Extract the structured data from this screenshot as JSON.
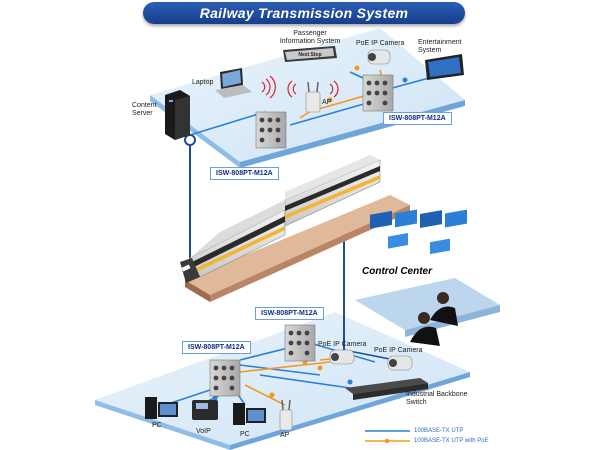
{
  "title": "Railway Transmission System",
  "labels": {
    "pis": "Passenger\nInformation System",
    "next_stop": "Next Stop",
    "poe_camera_top": "PoE IP Camera",
    "entertainment": "Entertainment\nSystem",
    "laptop": "Laptop",
    "content_server": "Content\nServer",
    "ap_top": "AP",
    "switch_top_right": "ISW-808PT-M12A",
    "switch_top_left": "ISW-808PT-M12A",
    "control_center": "Control Center",
    "switch_mid": "ISW-808PT-M12A",
    "switch_bottom": "ISW-808PT-M12A",
    "poe_camera_mid": "PoE IP Camera",
    "poe_camera_bottom": "PoE IP Camera",
    "backbone": "Industrial Backbone\nSwitch",
    "pc_left": "PC",
    "voip": "VoIP",
    "pc_right": "PC",
    "ap_bottom": "AP"
  },
  "legend": {
    "utp": "100BASE-TX UTP",
    "utp_poe": "100BASE-TX UTP with PoE"
  },
  "colors": {
    "banner": "#1f4d9e",
    "platform": "#dfeefa",
    "link_blue": "#2b7fd6",
    "poe_orange": "#f39a1c",
    "switch_tag_text": "#0a2d8c"
  }
}
